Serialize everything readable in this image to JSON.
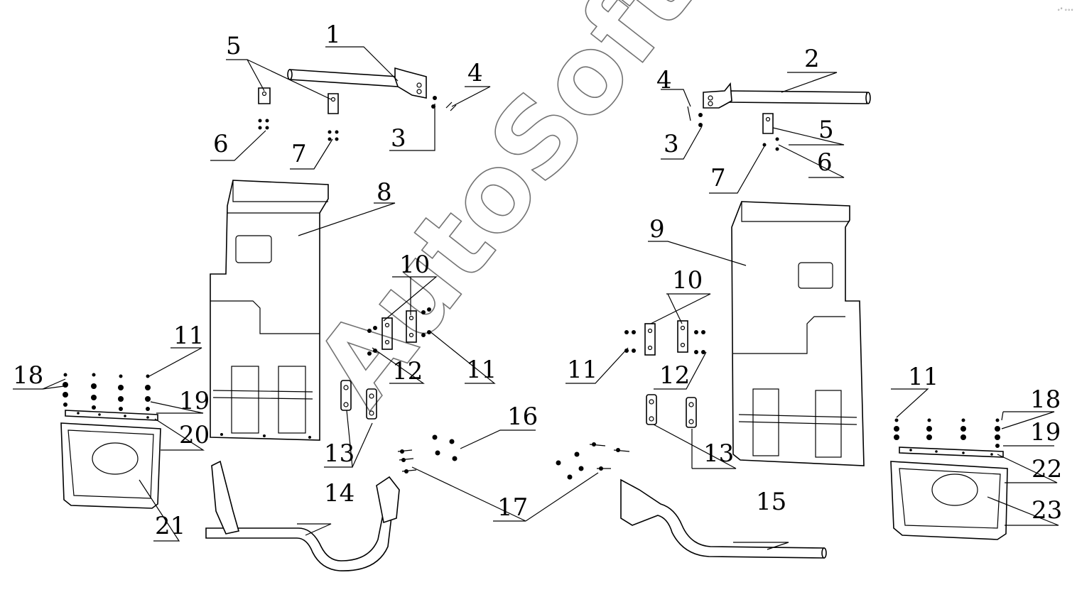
{
  "watermark": "AutoSoft",
  "corner_mark": "∘° ∘∘∘",
  "callouts": [
    "1",
    "2",
    "3",
    "4",
    "5",
    "6",
    "7",
    "8",
    "9",
    "10",
    "11",
    "12",
    "13",
    "14",
    "15",
    "16",
    "17",
    "18",
    "19",
    "20",
    "21",
    "22",
    "23"
  ]
}
